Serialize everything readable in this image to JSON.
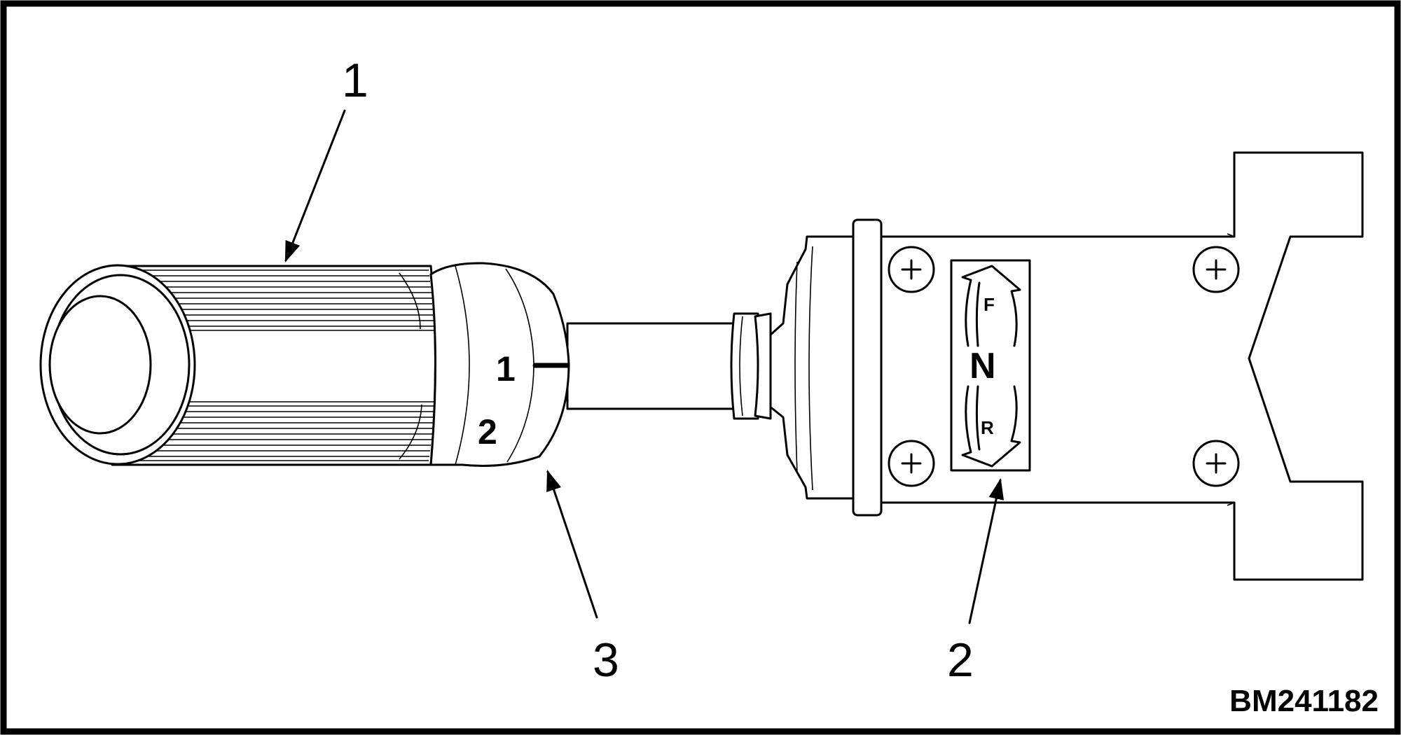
{
  "callouts": {
    "one": "1",
    "two": "2",
    "three": "3"
  },
  "knob_markings": {
    "position_1": "1",
    "position_2": "2"
  },
  "direction_plate": {
    "forward": "F",
    "neutral": "N",
    "reverse": "R"
  },
  "figure_id": "BM241182",
  "colors": {
    "ink": "#000000",
    "paper": "#ffffff"
  }
}
